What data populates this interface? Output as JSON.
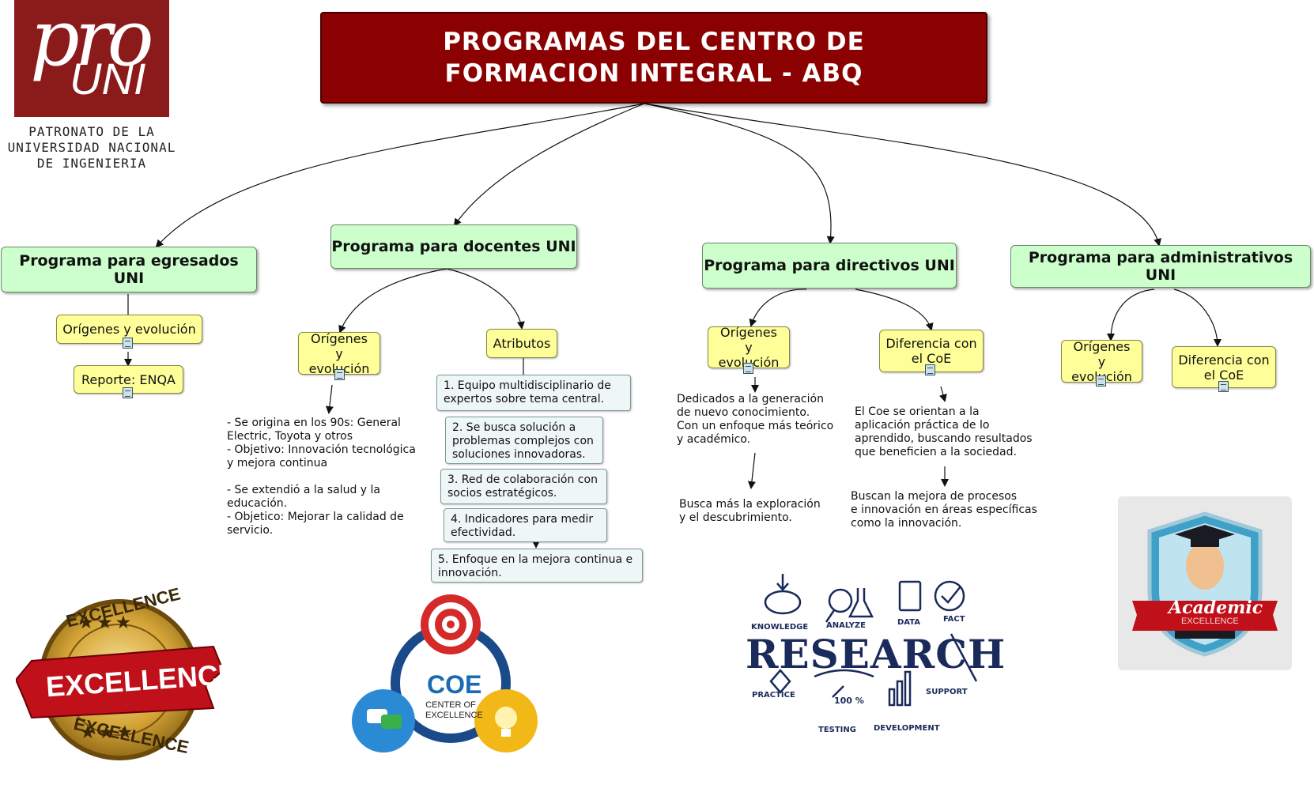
{
  "title": "PROGRAMAS DEL CENTRO DE FORMACION INTEGRAL - ABQ",
  "logo": {
    "pro": "pro",
    "uni": "UNI",
    "caption": "PATRONATO DE LA UNIVERSIDAD NACIONAL DE INGENIERIA"
  },
  "programs": {
    "egresados": {
      "label": "Programa para egresados UNI",
      "origenes": "Orígenes y evolución",
      "reporte": "Reporte: ENQA"
    },
    "docentes": {
      "label": "Programa para docentes UNI",
      "origenes": "Orígenes y evolución",
      "atributos": "Atributos",
      "origenes_text": "- Se origina en los 90s: General\nElectric, Toyota y otros\n- Objetivo: Innovación tecnológica\n y mejora continua\n\n- Se extendió a la salud y la\neducación.\n- Objetico: Mejorar la calidad de\nservicio.",
      "attributes": [
        "1. Equipo multidisciplinario de expertos sobre tema central.",
        "2. Se busca solución a problemas complejos con soluciones innovadoras.",
        "3. Red de colaboración con socios estratégicos.",
        "4. Indicadores para medir efectividad.",
        "5. Enfoque en la mejora continua e innovación."
      ]
    },
    "directivos": {
      "label": "Programa para directivos UNI",
      "origenes": "Orígenes y evolución",
      "diferencia": "Diferencia con el CoE",
      "origenes_text": "Dedicados a la generación\nde nuevo conocimiento.\nCon un enfoque más teórico\ny académico.",
      "origenes_text2": "Busca más la exploración\ny el descubrimiento.",
      "diferencia_text": "El Coe se orientan a la\naplicación práctica de lo\naprendido, buscando resultados\nque beneficien a la sociedad.",
      "diferencia_text2": "Buscan la mejora de procesos\ne innovación en áreas específicas\ncomo la innovación."
    },
    "administrativos": {
      "label": "Programa para administrativos UNI",
      "origenes": "Orígenes y evolución",
      "diferencia": "Diferencia con el CoE"
    }
  },
  "images": {
    "excellence": {
      "top": "EXCELLENCE",
      "ribbon": "EXCELLENCE",
      "bottom": "EXCELLENCE"
    },
    "coe": {
      "title": "COE",
      "subtitle": "CENTER OF EXCELLENCE"
    },
    "research": {
      "title": "RESEARCH",
      "words": [
        "KNOWLEDGE",
        "ANALYZE",
        "DATA",
        "FACT",
        "PRACTICE",
        "100 %",
        "SUPPORT",
        "TESTING",
        "DEVELOPMENT"
      ]
    },
    "academic": {
      "title": "Academic",
      "subtitle": "EXCELLENCE"
    }
  },
  "colors": {
    "title_bg": "#8b0000",
    "program_bg": "#ccffcc",
    "concept_bg": "#ffff99",
    "attribute_bg": "#eef6f6"
  }
}
